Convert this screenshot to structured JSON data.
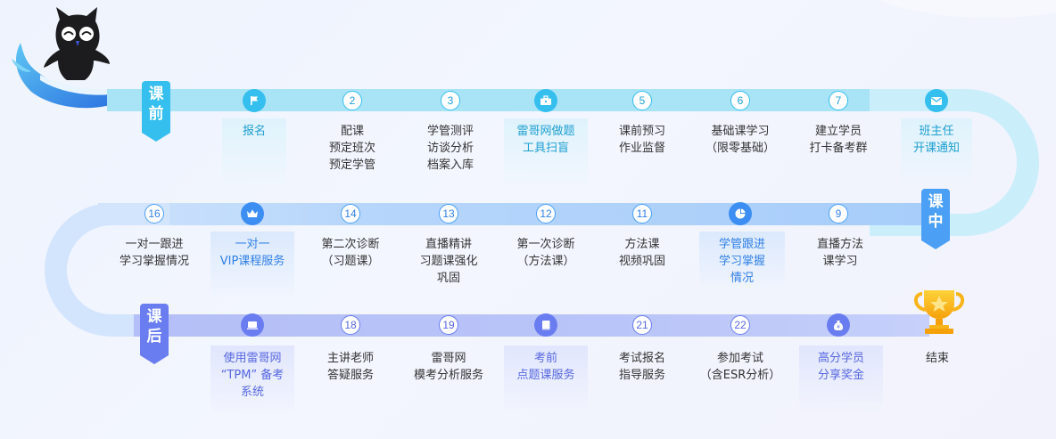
{
  "stages": {
    "pre": {
      "label_1": "课",
      "label_2": "前",
      "color": "#35bfee"
    },
    "mid": {
      "label_1": "课",
      "label_2": "中",
      "color": "#4ba0f5"
    },
    "post": {
      "label_1": "课",
      "label_2": "后",
      "color": "#6a7df0"
    }
  },
  "colors": {
    "row1_band": "#a9e3f6",
    "row2_band": "#b7d6fb",
    "row3_band": "#b4bff7",
    "row1_accent": "#1e9fd1",
    "row2_accent": "#2f7fe6",
    "row3_accent": "#5666e0"
  },
  "row1": [
    {
      "id": "1",
      "icon": "flag-icon",
      "lines": [
        "报名"
      ],
      "highlight": true
    },
    {
      "id": "2",
      "num": "2",
      "lines": [
        "配课",
        "预定班次",
        "预定学管"
      ]
    },
    {
      "id": "3",
      "num": "3",
      "lines": [
        "学管测评",
        "访谈分析",
        "档案入库"
      ]
    },
    {
      "id": "4",
      "icon": "briefcase-icon",
      "lines": [
        "雷哥网做题",
        "工具扫盲"
      ],
      "highlight": true
    },
    {
      "id": "5",
      "num": "5",
      "lines": [
        "课前预习",
        "作业监督"
      ]
    },
    {
      "id": "6",
      "num": "6",
      "lines": [
        "基础课学习",
        "（限零基础）"
      ]
    },
    {
      "id": "7",
      "num": "7",
      "lines": [
        "建立学员",
        "打卡备考群"
      ]
    },
    {
      "id": "8",
      "icon": "mail-icon",
      "lines": [
        "班主任",
        "开课通知"
      ],
      "highlight": true
    }
  ],
  "row2": [
    {
      "id": "16",
      "num": "16",
      "lines": [
        "一对一跟进",
        "学习掌握情况"
      ]
    },
    {
      "id": "15",
      "icon": "crown-icon",
      "lines": [
        "一对一",
        "VIP课程服务"
      ],
      "highlight": true
    },
    {
      "id": "14",
      "num": "14",
      "lines": [
        "第二次诊断",
        "（习题课）"
      ]
    },
    {
      "id": "13",
      "num": "13",
      "lines": [
        "直播精讲",
        "习题课强化",
        "巩固"
      ]
    },
    {
      "id": "12",
      "num": "12",
      "lines": [
        "第一次诊断",
        "（方法课）"
      ]
    },
    {
      "id": "11",
      "num": "11",
      "lines": [
        "方法课",
        "视频巩固"
      ]
    },
    {
      "id": "10",
      "icon": "pie-chart-icon",
      "lines": [
        "学管跟进",
        "学习掌握",
        "情况"
      ],
      "highlight": true
    },
    {
      "id": "9",
      "num": "9",
      "lines": [
        "直播方法",
        "课学习"
      ]
    }
  ],
  "row3": [
    {
      "id": "17",
      "icon": "laptop-icon",
      "lines": [
        "使用雷哥网",
        "“TPM” 备考",
        "系统"
      ],
      "highlight": true
    },
    {
      "id": "18",
      "num": "18",
      "lines": [
        "主讲老师",
        "答疑服务"
      ]
    },
    {
      "id": "19",
      "num": "19",
      "lines": [
        "雷哥网",
        "模考分析服务"
      ]
    },
    {
      "id": "20",
      "icon": "book-icon",
      "lines": [
        "考前",
        "点题课服务"
      ],
      "highlight": true
    },
    {
      "id": "21",
      "num": "21",
      "lines": [
        "考试报名",
        "指导服务"
      ]
    },
    {
      "id": "22",
      "num": "22",
      "lines": [
        "参加考试",
        "（含ESR分析）"
      ]
    },
    {
      "id": "23",
      "icon": "money-bag-icon",
      "lines": [
        "高分学员",
        "分享奖金"
      ],
      "highlight": true
    }
  ],
  "end": {
    "label": "结束",
    "icon": "trophy-icon"
  }
}
